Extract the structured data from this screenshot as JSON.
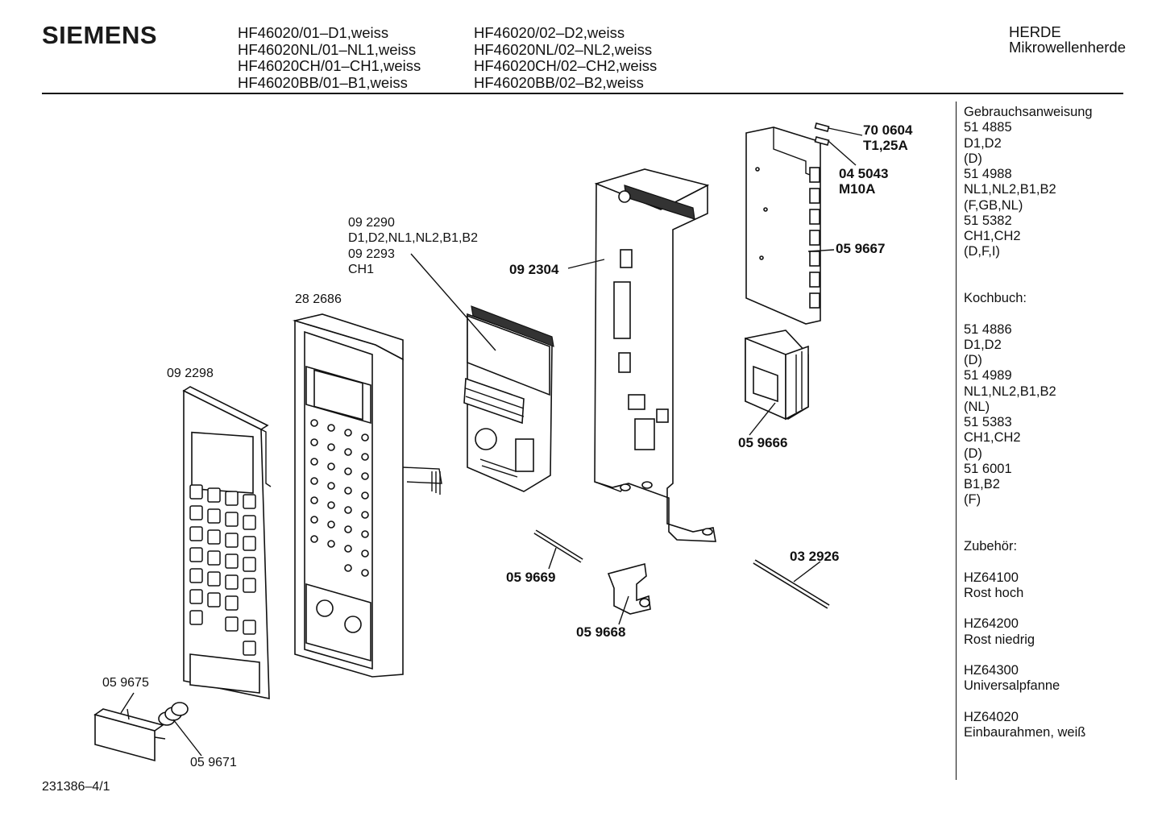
{
  "header": {
    "brand": "SIEMENS",
    "models_col1": [
      "HF46020/01–D1,weiss",
      "HF46020NL/01–NL1,weiss",
      "HF46020CH/01–CH1,weiss",
      "HF46020BB/01–B1,weiss"
    ],
    "models_col2": [
      "HF46020/02–D2,weiss",
      "HF46020NL/02–NL2,weiss",
      "HF46020CH/02–CH2,weiss",
      "HF46020BB/02–B2,weiss"
    ],
    "category": "HERDE",
    "subcategory": "Mikrowellenherde"
  },
  "sidebar": {
    "lines": [
      "Gebrauchsanweisung",
      "51 4885",
      "D1,D2",
      "(D)",
      "51 4988",
      "NL1,NL2,B1,B2",
      "(F,GB,NL)",
      "51 5382",
      "CH1,CH2",
      "(D,F,I)",
      "",
      "",
      "Kochbuch:",
      "",
      "51 4886",
      "D1,D2",
      "(D)",
      "51 4989",
      "NL1,NL2,B1,B2",
      "(NL)",
      "51 5383",
      "CH1,CH2",
      "(D)",
      "51 6001",
      "B1,B2",
      "(F)",
      "",
      "",
      "Zubehör:",
      "",
      "HZ64100",
      "Rost hoch",
      "",
      "HZ64200",
      "Rost niedrig",
      "",
      "HZ64300",
      "Universalpfanne",
      "",
      "HZ64020",
      "Einbaurahmen, weiß"
    ]
  },
  "callouts": {
    "fuse1_number": "70 0604",
    "fuse1_rating": "T1,25A",
    "fuse2_number": "04 5043",
    "fuse2_rating": "M10A",
    "board": "05 9667",
    "bracket": "09 2304",
    "display_lines": [
      "09 2290",
      "D1,D2,NL1,NL2,B1,B2",
      "09 2293",
      "CH1"
    ],
    "frame": "28 2686",
    "panel": "09 2298",
    "transformer": "05 9666",
    "pin": "05 9669",
    "hinge": "05 9668",
    "rod": "03 2926",
    "button": "05 9675",
    "spring": "05 9671"
  },
  "footer": {
    "drawing_number": "231386–4/1"
  }
}
